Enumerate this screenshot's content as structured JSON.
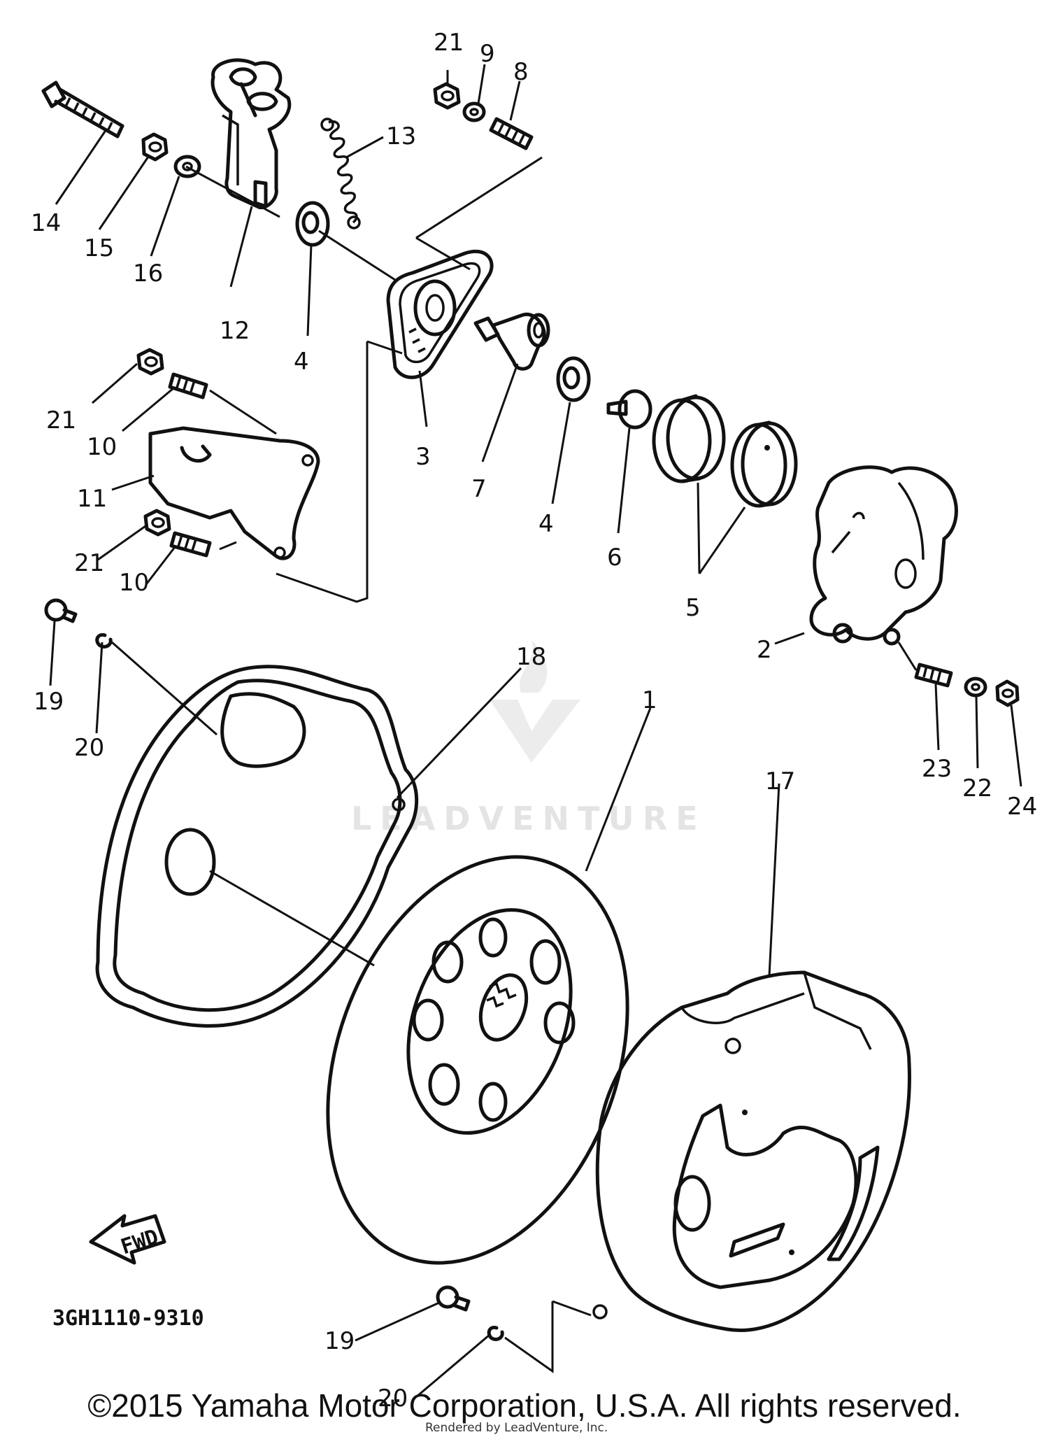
{
  "diagram": {
    "part_code": "3GH1110-9310",
    "direction_label": "FWD",
    "callouts": [
      {
        "id": "c21a",
        "label": "21"
      },
      {
        "id": "c9",
        "label": "9"
      },
      {
        "id": "c8",
        "label": "8"
      },
      {
        "id": "c13",
        "label": "13"
      },
      {
        "id": "c14",
        "label": "14"
      },
      {
        "id": "c15",
        "label": "15"
      },
      {
        "id": "c16",
        "label": "16"
      },
      {
        "id": "c12",
        "label": "12"
      },
      {
        "id": "c4a",
        "label": "4"
      },
      {
        "id": "c3",
        "label": "3"
      },
      {
        "id": "c7",
        "label": "7"
      },
      {
        "id": "c4b",
        "label": "4"
      },
      {
        "id": "c6",
        "label": "6"
      },
      {
        "id": "c5",
        "label": "5"
      },
      {
        "id": "c21b",
        "label": "21"
      },
      {
        "id": "c10a",
        "label": "10"
      },
      {
        "id": "c11",
        "label": "11"
      },
      {
        "id": "c21c",
        "label": "21"
      },
      {
        "id": "c10b",
        "label": "10"
      },
      {
        "id": "c2",
        "label": "2"
      },
      {
        "id": "c19a",
        "label": "19"
      },
      {
        "id": "c20a",
        "label": "20"
      },
      {
        "id": "c18",
        "label": "18"
      },
      {
        "id": "c1",
        "label": "1"
      },
      {
        "id": "c23",
        "label": "23"
      },
      {
        "id": "c22",
        "label": "22"
      },
      {
        "id": "c24",
        "label": "24"
      },
      {
        "id": "c17",
        "label": "17"
      },
      {
        "id": "c19b",
        "label": "19"
      },
      {
        "id": "c20b",
        "label": "20"
      }
    ]
  },
  "watermark": {
    "brand": "LEADVENTURE",
    "rendered_by": "Rendered by LeadVenture, Inc."
  },
  "copyright": "©2015 Yamaha Motor Corporation, U.S.A. All rights reserved."
}
